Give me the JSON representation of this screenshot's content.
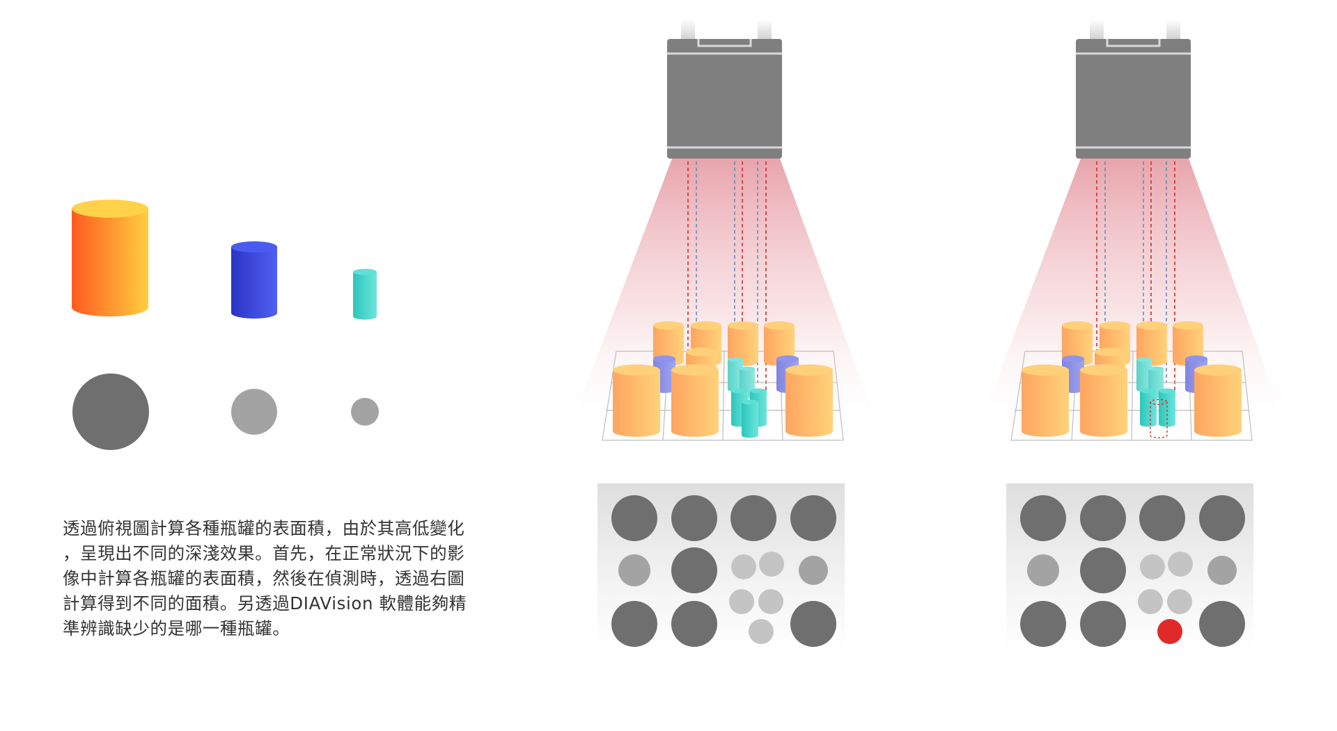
{
  "description": {
    "lines": [
      "透過俯視圖計算各種瓶罐的表面積，由於其高低變化",
      "，呈現出不同的深淺效果。首先，在正常狀況下的影",
      "像中計算各瓶罐的表面積，然後在偵測時，透過右圖",
      "計算得到不同的面積。另透過DIAVision 軟體能夠精",
      "準辨識缺少的是哪一種瓶罐。"
    ]
  },
  "legend": {
    "cans": [
      {
        "name": "large-can",
        "top_color": "#ffd24a",
        "side_from": "#ff5a1f",
        "side_to": "#ffce40"
      },
      {
        "name": "medium-can",
        "top_color": "#4a5cf0",
        "side_from": "#2a34c4",
        "side_to": "#5060f2"
      },
      {
        "name": "small-can",
        "top_color": "#5fe0d6",
        "side_from": "#2bc6bb",
        "side_to": "#6ee5dc"
      }
    ],
    "area_colors": [
      "#6f6f6f",
      "#a3a3a3",
      "#a3a3a3"
    ]
  },
  "colors": {
    "camera_body": "#7f7f7f",
    "camera_stripe": "#d9d9d9",
    "beam_top": "#e8a0a6",
    "dashed_red": "#d62b2b",
    "dashed_blue": "#6b89b8",
    "dark_disk": "#6f6f6f",
    "mid_disk": "#a3a3a3",
    "light_disk": "#c4c4c4",
    "missing_disk": "#e02a2a"
  },
  "scenes": [
    {
      "name": "normal",
      "missing_can": false
    },
    {
      "name": "detection",
      "missing_can": true
    }
  ]
}
